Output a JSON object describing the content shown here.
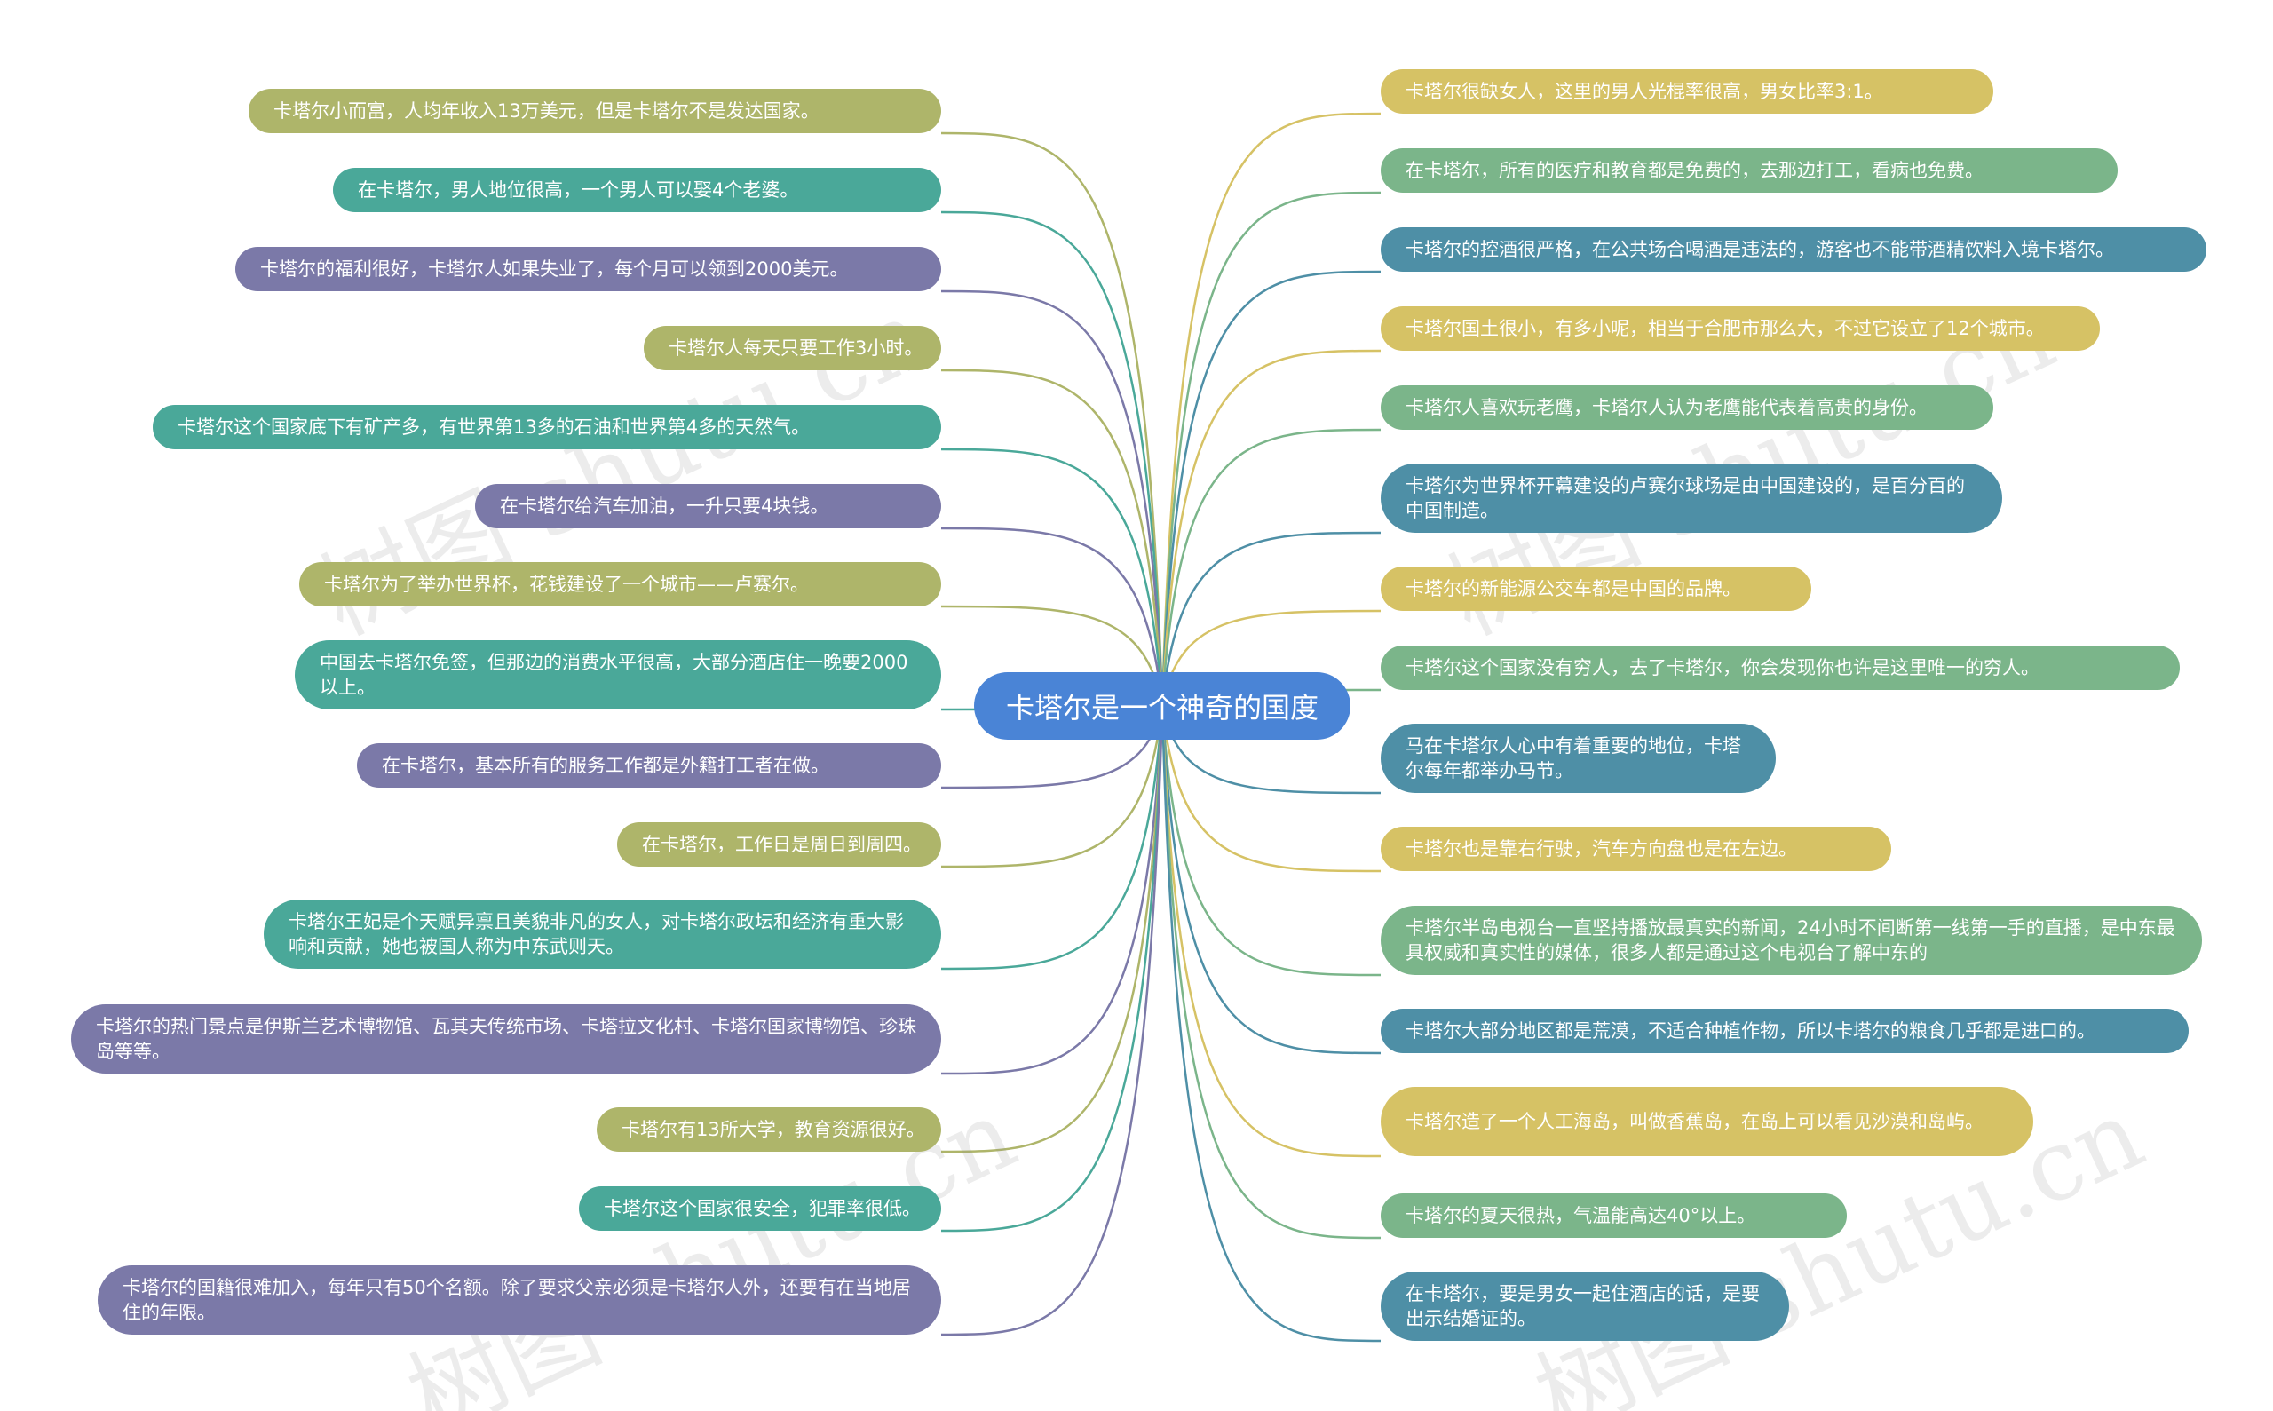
{
  "colors": {
    "olive": "#aeb56a",
    "teal": "#4aa899",
    "purple": "#7b79a8",
    "gold": "#d6c265",
    "green": "#7bb58a",
    "blue": "#4e8fa6",
    "root": "#4a84d6"
  },
  "root": {
    "label": "卡塔尔是一个神奇的国度",
    "color": "root"
  },
  "watermarks": [
    "树图 shutu.cn",
    "树图 shutu.cn",
    "树图 shutu.cn",
    "树图 shutu.cn"
  ],
  "left_nodes": [
    {
      "text": "卡塔尔小而富，人均年收入13万美元，但是卡塔尔不是发达国家。",
      "color": "olive"
    },
    {
      "text": "在卡塔尔，男人地位很高，一个男人可以娶4个老婆。",
      "color": "teal"
    },
    {
      "text": "卡塔尔的福利很好，卡塔尔人如果失业了，每个月可以领到2000美元。",
      "color": "purple"
    },
    {
      "text": "卡塔尔人每天只要工作3小时。",
      "color": "olive"
    },
    {
      "text": "卡塔尔这个国家底下有矿产多，有世界第13多的石油和世界第4多的天然气。",
      "color": "teal"
    },
    {
      "text": "在卡塔尔给汽车加油，一升只要4块钱。",
      "color": "purple"
    },
    {
      "text": "卡塔尔为了举办世界杯，花钱建设了一个城市——卢赛尔。",
      "color": "olive"
    },
    {
      "text": "中国去卡塔尔免签，但那边的消费水平很高，大部分酒店住一晚要2000以上。",
      "color": "teal"
    },
    {
      "text": "在卡塔尔，基本所有的服务工作都是外籍打工者在做。",
      "color": "purple"
    },
    {
      "text": "在卡塔尔，工作日是周日到周四。",
      "color": "olive"
    },
    {
      "text": "卡塔尔王妃是个天赋异禀且美貌非凡的女人，对卡塔尔政坛和经济有重大影响和贡献，她也被国人称为中东武则天。",
      "color": "teal"
    },
    {
      "text": "卡塔尔的热门景点是伊斯兰艺术博物馆、瓦其夫传统市场、卡塔拉文化村、卡塔尔国家博物馆、珍珠岛等等。",
      "color": "purple"
    },
    {
      "text": "卡塔尔有13所大学，教育资源很好。",
      "color": "olive"
    },
    {
      "text": "卡塔尔这个国家很安全，犯罪率很低。",
      "color": "teal"
    },
    {
      "text": "卡塔尔的国籍很难加入，每年只有50个名额。除了要求父亲必须是卡塔尔人外，还要有在当地居住的年限。",
      "color": "purple"
    }
  ],
  "right_nodes": [
    {
      "text": "卡塔尔很缺女人，这里的男人光棍率很高，男女比率3:1。",
      "color": "gold"
    },
    {
      "text": "在卡塔尔，所有的医疗和教育都是免费的，去那边打工，看病也免费。",
      "color": "green"
    },
    {
      "text": "卡塔尔的控酒很严格，在公共场合喝酒是违法的，游客也不能带酒精饮料入境卡塔尔。",
      "color": "blue"
    },
    {
      "text": "卡塔尔国土很小，有多小呢，相当于合肥市那么大，不过它设立了12个城市。",
      "color": "gold"
    },
    {
      "text": "卡塔尔人喜欢玩老鹰，卡塔尔人认为老鹰能代表着高贵的身份。",
      "color": "green"
    },
    {
      "text": "卡塔尔为世界杯开幕建设的卢赛尔球场是由中国建设的，是百分百的中国制造。",
      "color": "blue"
    },
    {
      "text": "卡塔尔的新能源公交车都是中国的品牌。",
      "color": "gold"
    },
    {
      "text": "卡塔尔这个国家没有穷人，去了卡塔尔，你会发现你也许是这里唯一的穷人。",
      "color": "green"
    },
    {
      "text": "马在卡塔尔人心中有着重要的地位，卡塔尔每年都举办马节。",
      "color": "blue"
    },
    {
      "text": "卡塔尔也是靠右行驶，汽车方向盘也是在左边。",
      "color": "gold"
    },
    {
      "text": "卡塔尔半岛电视台一直坚持播放最真实的新闻，24小时不间断第一线第一手的直播，是中东最具权威和真实性的媒体，很多人都是通过这个电视台了解中东的",
      "color": "green"
    },
    {
      "text": "卡塔尔大部分地区都是荒漠，不适合种植作物，所以卡塔尔的粮食几乎都是进口的。",
      "color": "blue"
    },
    {
      "text": "卡塔尔造了一个人工海岛，叫做香蕉岛，在岛上可以看见沙漠和岛屿。",
      "color": "gold"
    },
    {
      "text": "卡塔尔的夏天很热，气温能高达40°以上。",
      "color": "green"
    },
    {
      "text": "在卡塔尔，要是男女一起住酒店的话，是要出示结婚证的。",
      "color": "blue"
    }
  ]
}
